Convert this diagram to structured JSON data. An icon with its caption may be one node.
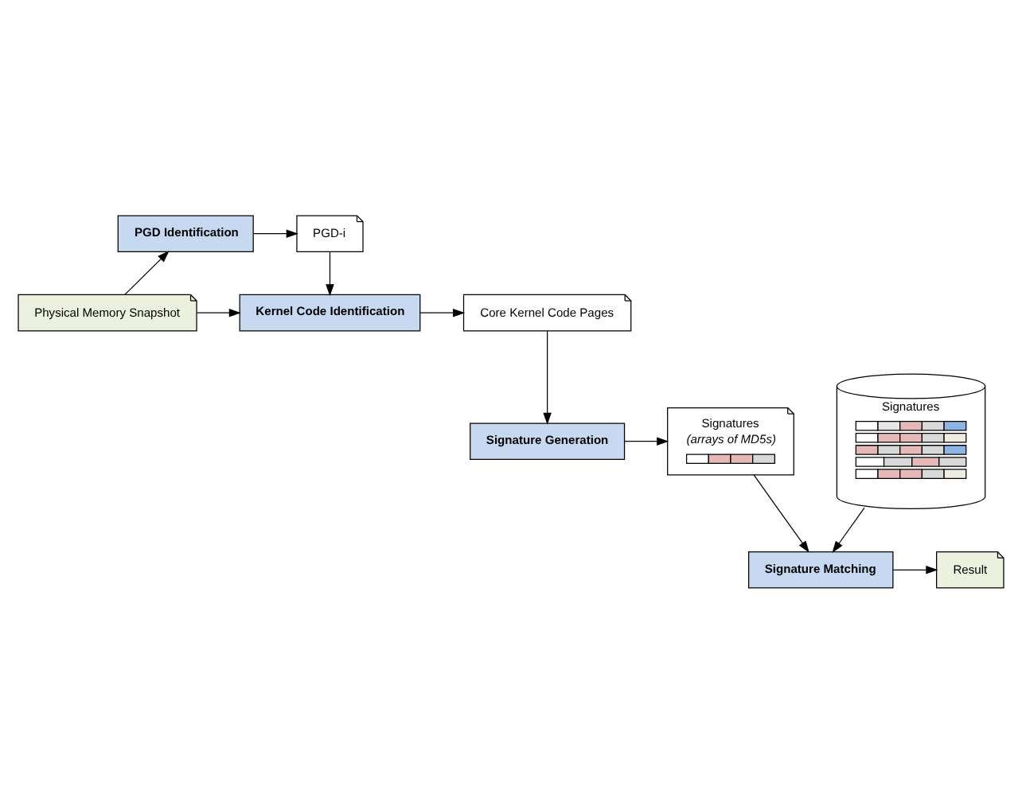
{
  "diagram": {
    "nodes": [
      {
        "text": [
          "PGD Identification"
        ]
      },
      {
        "text": [
          "PGD-i"
        ]
      },
      {
        "text": [
          "Physical Memory Snapshot"
        ]
      },
      {
        "text": [
          "Kernel Code Identification"
        ]
      },
      {
        "text": [
          "Core Kernel Code Pages"
        ]
      },
      {
        "text": [
          "Signatures"
        ]
      },
      {
        "text": [
          "Signatures",
          "(arrays of MD5s)"
        ]
      },
      {
        "text": [
          "Signature Generation"
        ]
      },
      {
        "text": [
          "Signature Matching"
        ]
      },
      {
        "text": [
          "Result"
        ]
      }
    ],
    "edges": [
      {
        "from": 2,
        "to": 0,
        "arrow": "to"
      },
      {
        "from": 0,
        "to": 1,
        "arrow": "to"
      },
      {
        "from": 1,
        "to": 3,
        "arrow": "to"
      },
      {
        "from": 2,
        "to": 3,
        "arrow": "to"
      },
      {
        "from": 3,
        "to": 4,
        "arrow": "to"
      },
      {
        "from": 4,
        "to": 7,
        "arrow": "to"
      },
      {
        "from": 7,
        "to": 6,
        "arrow": "to"
      },
      {
        "from": 6,
        "to": 8,
        "arrow": "to"
      },
      {
        "from": 5,
        "to": 8,
        "arrow": "to"
      },
      {
        "from": 8,
        "to": 9,
        "arrow": "to"
      }
    ]
  }
}
